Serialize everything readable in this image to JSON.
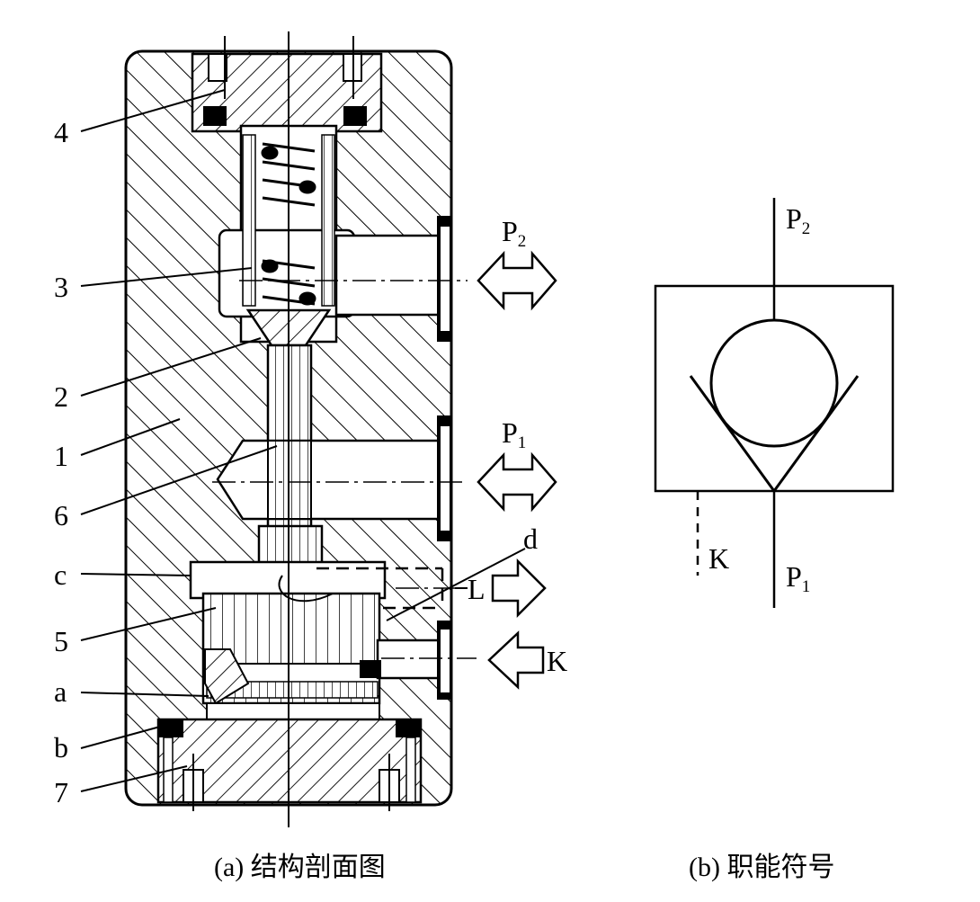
{
  "figure_a": {
    "caption": "(a) 结构剖面图",
    "part_labels": [
      "4",
      "3",
      "2",
      "1",
      "6",
      "c",
      "5",
      "a",
      "b",
      "7"
    ],
    "port_labels": {
      "p2_main": "P",
      "p2_sub": "2",
      "p1_main": "P",
      "p1_sub": "1",
      "d": "d",
      "L": "L",
      "K": "K"
    }
  },
  "figure_b": {
    "caption": "(b) 职能符号",
    "p2_main": "P",
    "p2_sub": "2",
    "p1_main": "P",
    "p1_sub": "1",
    "K": "K"
  }
}
